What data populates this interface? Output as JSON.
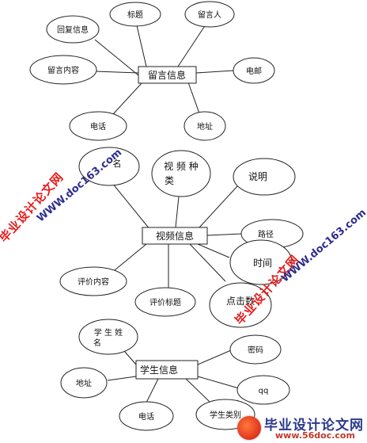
{
  "diagram1": {
    "entity": "留言信息",
    "attributes": [
      "回复信息",
      "标题",
      "留言人",
      "留言内容",
      "电邮",
      "电话",
      "地址"
    ]
  },
  "diagram2": {
    "entity": "视频信息",
    "attributes": [
      "名",
      "视 频 种",
      "类",
      "说明",
      "路径",
      "时间",
      "点击数",
      "评价内容",
      "评价标题"
    ]
  },
  "diagram3": {
    "entity": "学生信息",
    "attributes": [
      "学 生 姓",
      "名",
      "密码",
      "地址",
      "qq",
      "电话",
      "学生类别"
    ]
  },
  "watermarks": {
    "site_left": "WWW.doc163.com",
    "brand_left": "毕业设计论文网",
    "site_right": "WWW.doc163.com",
    "brand_right": "毕业设计论文网"
  },
  "logo": {
    "title": "毕业设计论文网",
    "url": "www.56doc.com"
  },
  "colors": {
    "line": "#222222",
    "watermark_red": "#e51c1c",
    "watermark_blue": "#2e2e8f",
    "logo_blue": "#2b3a8c"
  }
}
